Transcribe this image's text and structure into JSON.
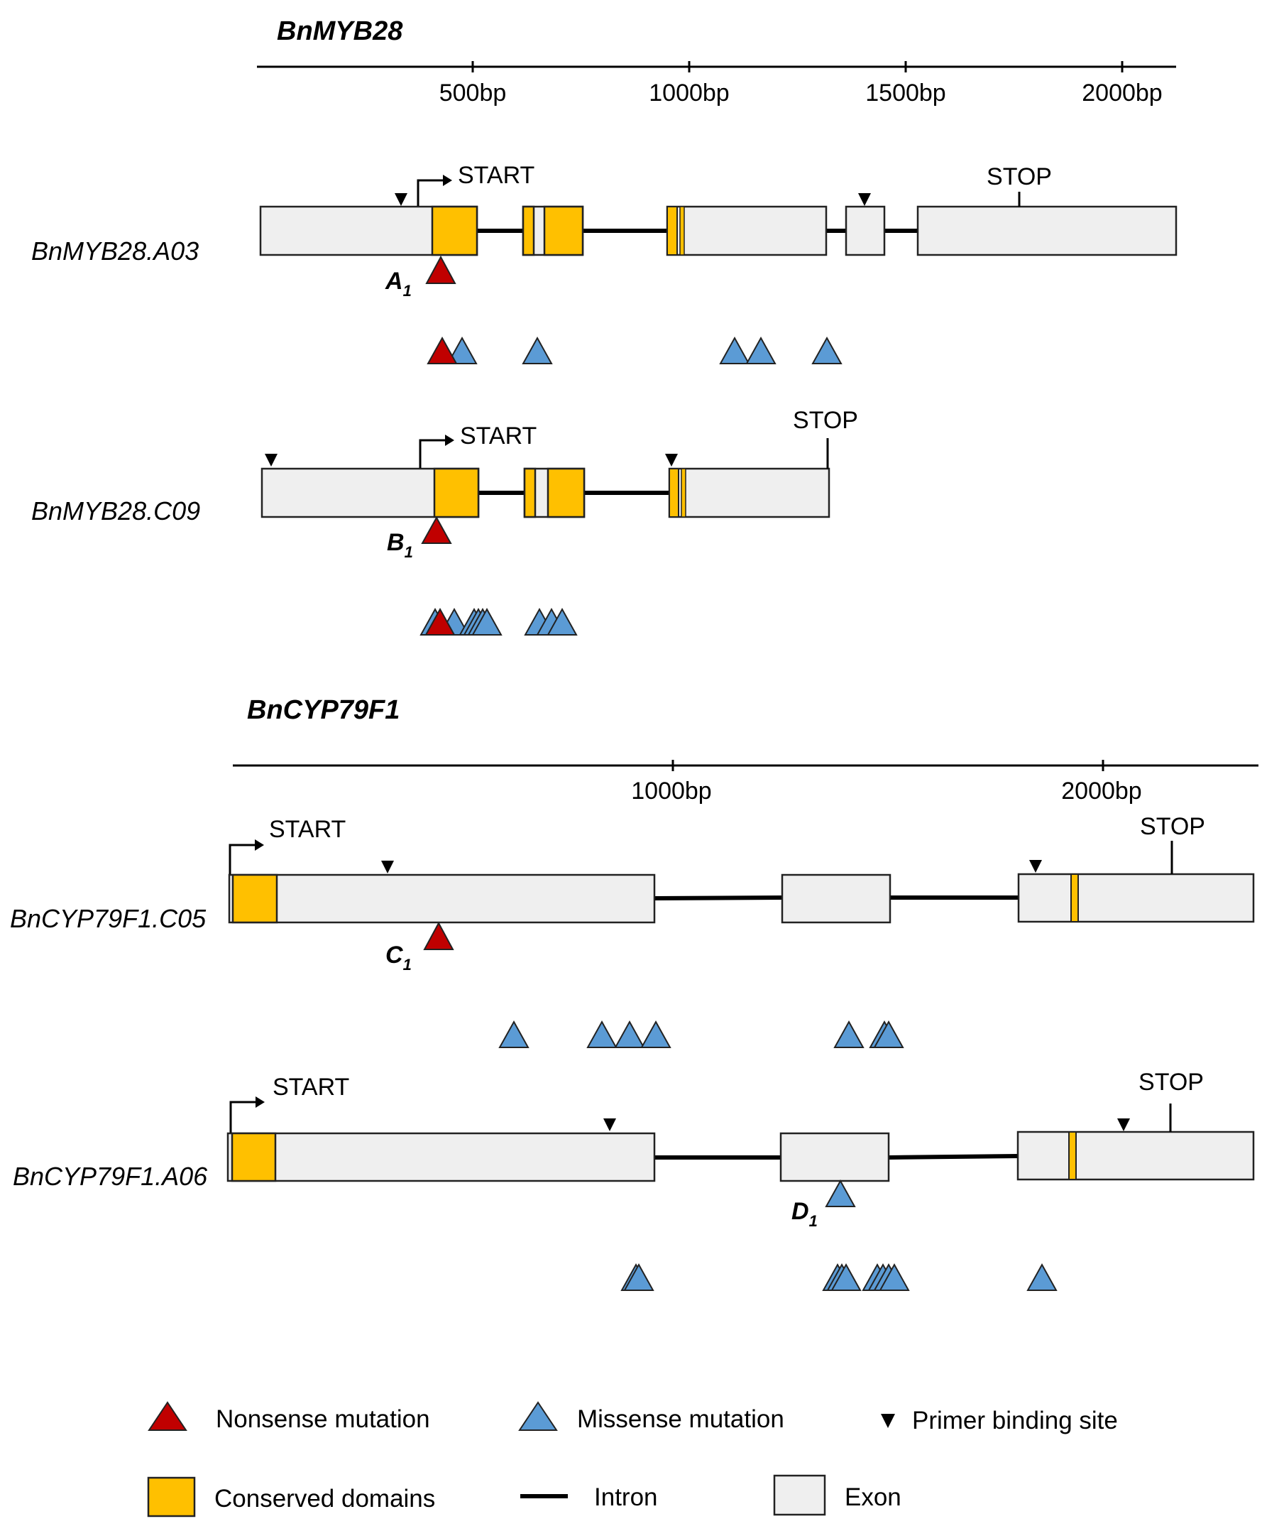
{
  "colors": {
    "exon": "#efefef",
    "exon_stroke": "#222222",
    "conserved": "#ffc000",
    "nonsense": "#c00000",
    "missense": "#5b9bd5",
    "line": "#000000"
  },
  "panels": [
    {
      "title": "BnMYB28",
      "ticks": [
        "500bp",
        "1000bp",
        "1500bp",
        "2000bp"
      ],
      "genes": [
        {
          "name": "BnMYB28.A03",
          "start_label": "START",
          "stop_label": "STOP",
          "mutation_label": {
            "letter": "A",
            "sub": "1"
          }
        },
        {
          "name": "BnMYB28.C09",
          "start_label": "START",
          "stop_label": "STOP",
          "mutation_label": {
            "letter": "B",
            "sub": "1"
          }
        }
      ]
    },
    {
      "title": "BnCYP79F1",
      "ticks": [
        "1000bp",
        "2000bp"
      ],
      "genes": [
        {
          "name": "BnCYP79F1.C05",
          "start_label": "START",
          "stop_label": "STOP",
          "mutation_label": {
            "letter": "C",
            "sub": "1"
          }
        },
        {
          "name": "BnCYP79F1.A06",
          "start_label": "START",
          "stop_label": "STOP",
          "mutation_label": {
            "letter": "D",
            "sub": "1"
          }
        }
      ]
    }
  ],
  "legend": {
    "nonsense": "Nonsense mutation",
    "missense": "Missense mutation",
    "primer": "Primer binding site",
    "conserved": "Conserved domains",
    "intron": "Intron",
    "exon": "Exon"
  }
}
